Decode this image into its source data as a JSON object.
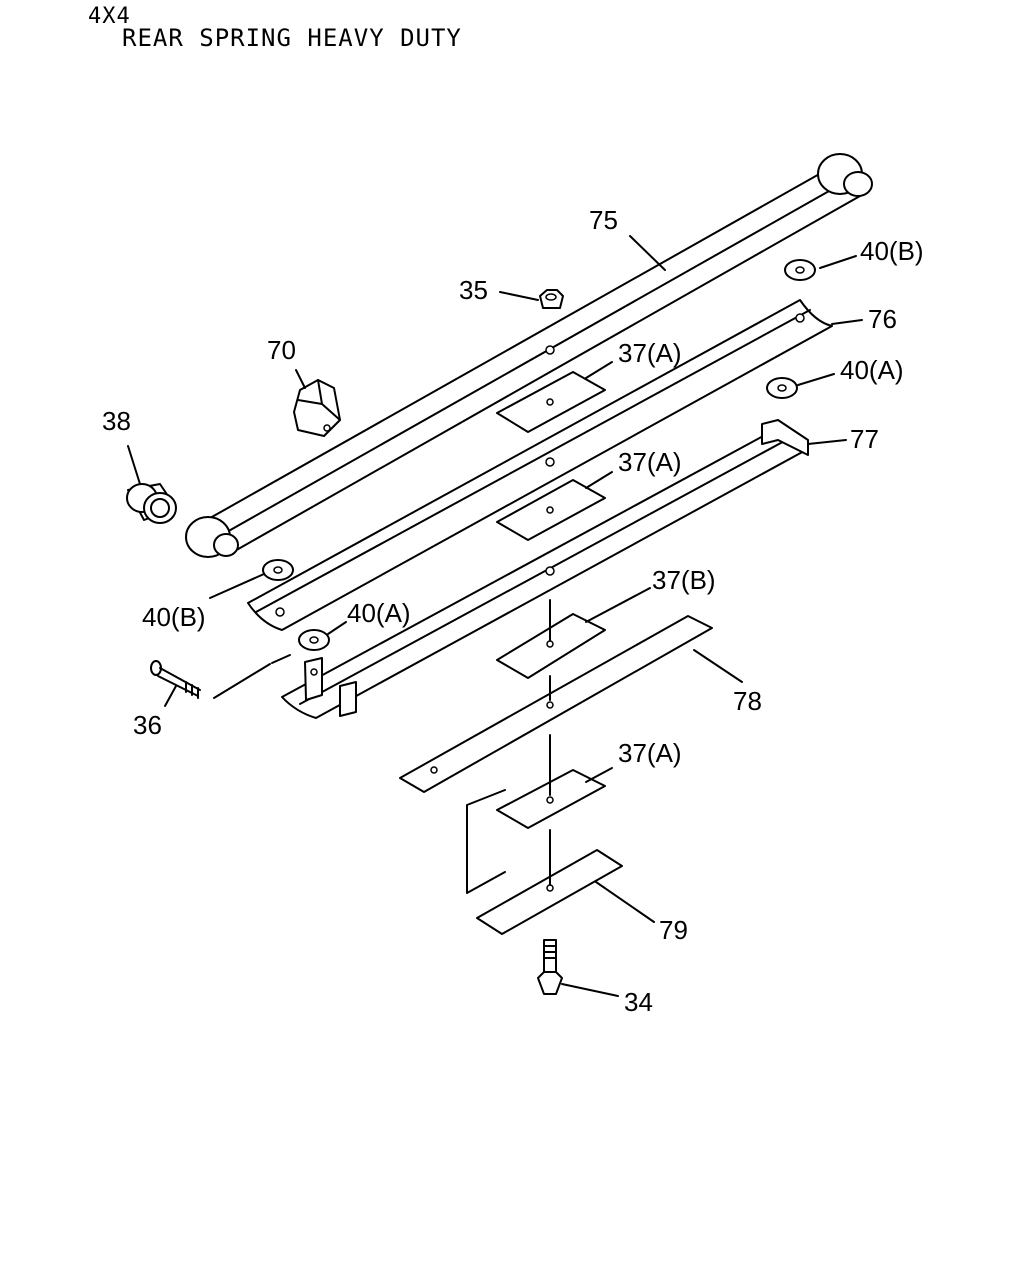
{
  "header": {
    "config": "4X4",
    "title": "REAR SPRING HEAVY DUTY"
  },
  "callouts": {
    "p75": "75",
    "p40b_top": "40(B)",
    "p35": "35",
    "p76": "76",
    "p70": "70",
    "p37a_1": "37(A)",
    "p40a_top": "40(A)",
    "p38": "38",
    "p77": "77",
    "p37a_2": "37(A)",
    "p37b": "37(B)",
    "p40b_low": "40(B)",
    "p40a_low": "40(A)",
    "p78": "78",
    "p36": "36",
    "p37a_3": "37(A)",
    "p79": "79",
    "p34": "34"
  }
}
